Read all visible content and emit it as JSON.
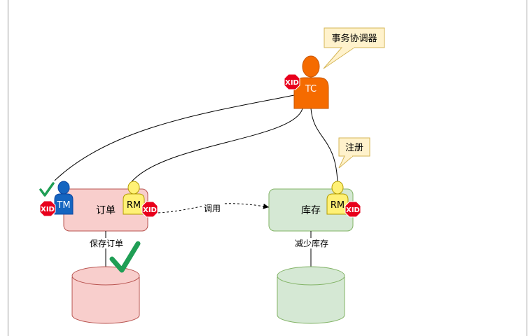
{
  "tc": {
    "label": "TC",
    "callout": "事务协调器"
  },
  "register_callout": "注册",
  "order": {
    "label": "订单",
    "tm": "TM",
    "rm": "RM",
    "action": "保存订单"
  },
  "stock": {
    "label": "库存",
    "rm": "RM",
    "action": "减少库存"
  },
  "call_label": "调用",
  "xid": "XID",
  "colors": {
    "tc": "#f56b00",
    "tm": "#1565c0",
    "rm": "#fff176",
    "order": "#f8cecc",
    "stock": "#d5e8d4",
    "xid": "#e8001c",
    "check": "#1f9e55",
    "callout": "#fff2cc"
  }
}
